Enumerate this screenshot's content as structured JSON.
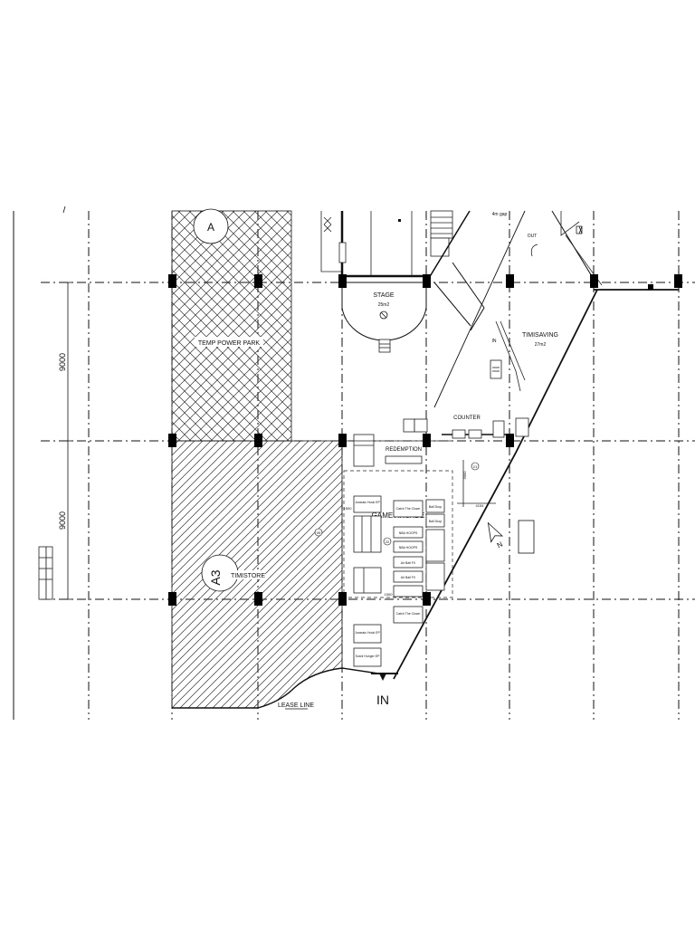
{
  "plan": {
    "dimensions": {
      "upper": "9000",
      "lower": "9000"
    },
    "zones": {
      "temp_power_park": "TEMP POWER PARK",
      "ancillary": "TIMISTORE",
      "ancillary_tag": "A3",
      "upper_tag": "A"
    },
    "rooms": {
      "stage": {
        "name": "STAGE",
        "area": "25m2"
      },
      "timsaving": {
        "name": "TIMISAVING",
        "area": "27m2"
      },
      "counter": "COUNTER",
      "redemption": "REDEMPTION",
      "game_arcade": "GAME ARCADE"
    },
    "game_units": {
      "left_column": [
        "Jurassic Hook EP",
        "Sushi Hunger EP",
        "Jurassic Hook EP"
      ],
      "right_column": [
        "Catch The Clown",
        "NBA HOOPS",
        "NBA HOOPS",
        "Air Ball FX",
        "Air Ball FX",
        "Catch The Clown"
      ],
      "right_small": [
        "Ball Drop",
        "Ball Drop"
      ]
    },
    "annotations": {
      "lease_line": "LEASE LINE",
      "entry_in": "IN",
      "entry_in_small": "IN",
      "exit_out": "OUT",
      "dim_1500_top": "1500",
      "dim_1500_bottom": "1500",
      "dim_3000": "3000",
      "dim_4154": "4154",
      "circle_tag_a": "05",
      "circle_tag_b": "22",
      "circle_tag_c": "21",
      "north_tag": "N",
      "top_note": "4m gap"
    }
  }
}
